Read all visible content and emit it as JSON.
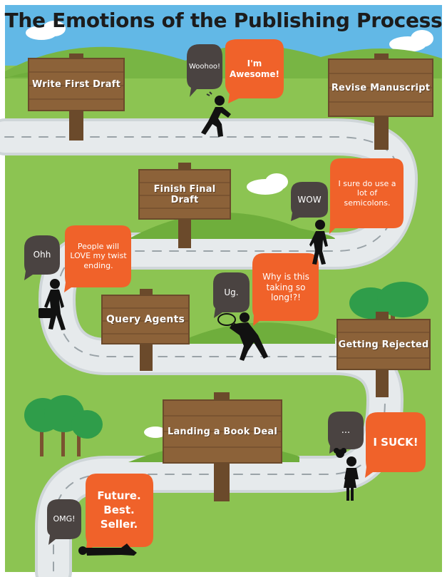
{
  "title": "The Emotions of the Publishing Process",
  "colors": {
    "sky": "#62b8e6",
    "grass": "#8cc452",
    "hill": "#6fae3c",
    "road": "#e4e8ea",
    "road_dash": "#9aa3a8",
    "wood": "#8c6239",
    "post": "#6b4a2b",
    "bubble_orange": "#f0622a",
    "bubble_dark": "#4a4341",
    "tree": "#2f9d4a",
    "trunk": "#7a5230"
  },
  "signs": [
    {
      "label": "Write First Draft"
    },
    {
      "label": "Revise Manuscript"
    },
    {
      "label": "Finish Final Draft"
    },
    {
      "label": "Query Agents"
    },
    {
      "label": "Getting Rejected"
    },
    {
      "label": "Landing a Book Deal"
    }
  ],
  "bubbles": [
    {
      "text": "Woohoo!",
      "color": "dark"
    },
    {
      "text": "I'm Awesome!",
      "color": "orange"
    },
    {
      "text": "WOW",
      "color": "dark"
    },
    {
      "text": "I sure do use a lot of semicolons.",
      "color": "orange"
    },
    {
      "text": "Ohh",
      "color": "dark"
    },
    {
      "text": "People will LOVE my twist ending.",
      "color": "orange"
    },
    {
      "text": "Ug.",
      "color": "dark"
    },
    {
      "text": "Why is this taking so long!?!",
      "color": "orange"
    },
    {
      "text": "...",
      "color": "dark"
    },
    {
      "text": "I SUCK!",
      "color": "orange"
    },
    {
      "text": "OMG!",
      "color": "dark"
    },
    {
      "text": "Future. Best. Seller.",
      "color": "orange"
    }
  ]
}
